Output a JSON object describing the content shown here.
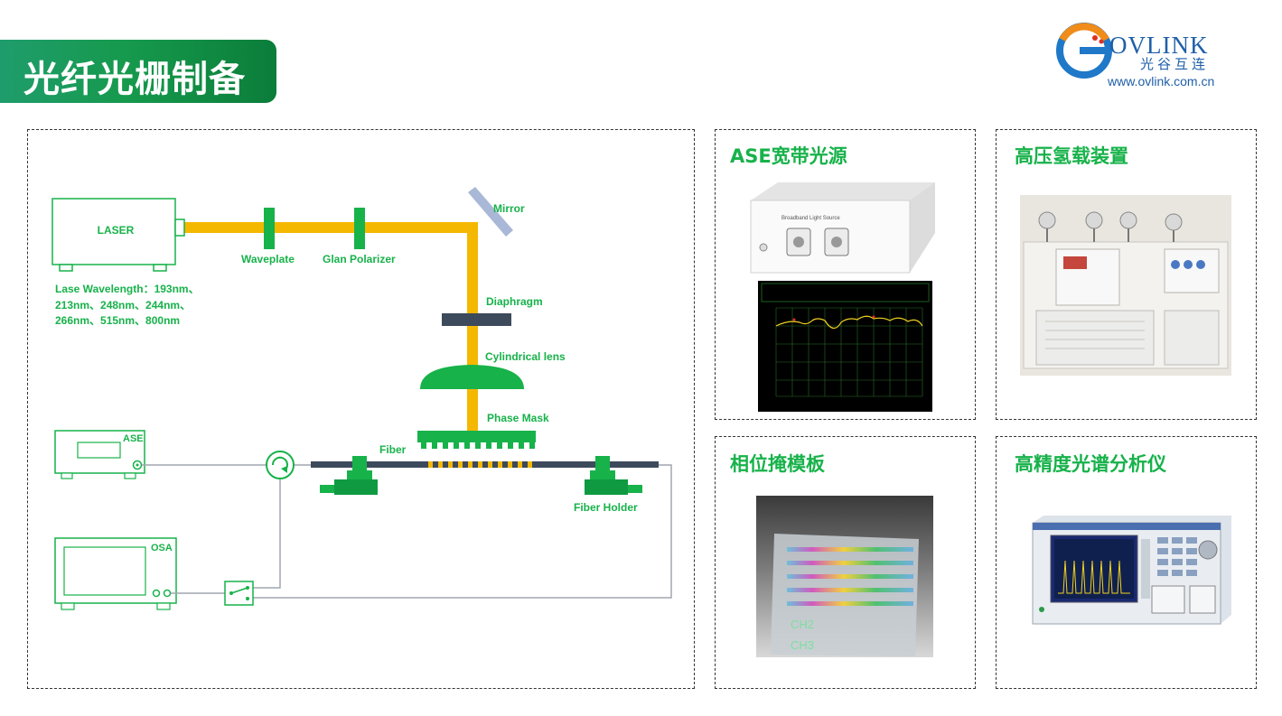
{
  "header": {
    "title": "光纤光栅制备"
  },
  "logo": {
    "brand": "OVLINK",
    "brand_cn": "光谷互连",
    "url": "www.ovlink.com.cn"
  },
  "diagram": {
    "laser_label": "LASER",
    "wavelength_line1": "Lase Wavelength：193nm、",
    "wavelength_line2": "213nm、248nm、244nm、",
    "wavelength_line3": "266nm、515nm、800nm",
    "waveplate": "Waveplate",
    "glan_polarizer": "Glan Polarizer",
    "mirror": "Mirror",
    "diaphragm": "Diaphragm",
    "cylindrical_lens": "Cylindrical lens",
    "phase_mask": "Phase Mask",
    "fiber": "Fiber",
    "fiber_holder": "Fiber Holder",
    "ase": "ASE",
    "osa": "OSA"
  },
  "panels": {
    "ase_source": {
      "title": "ASE宽带光源",
      "device_label": "Broadband Light Source"
    },
    "hydrogen_loading": {
      "title": "高压氢载装置"
    },
    "phase_mask_plate": {
      "title": "相位掩模板",
      "ch2": "CH2",
      "ch3": "CH3"
    },
    "osa_device": {
      "title": "高精度光谱分析仪"
    }
  },
  "colors": {
    "green": "#17b24a",
    "laser_beam": "#f5b800",
    "dark_green": "#0b7d3a",
    "fiber": "#3d4a5c",
    "blue": "#1f5fa8"
  }
}
